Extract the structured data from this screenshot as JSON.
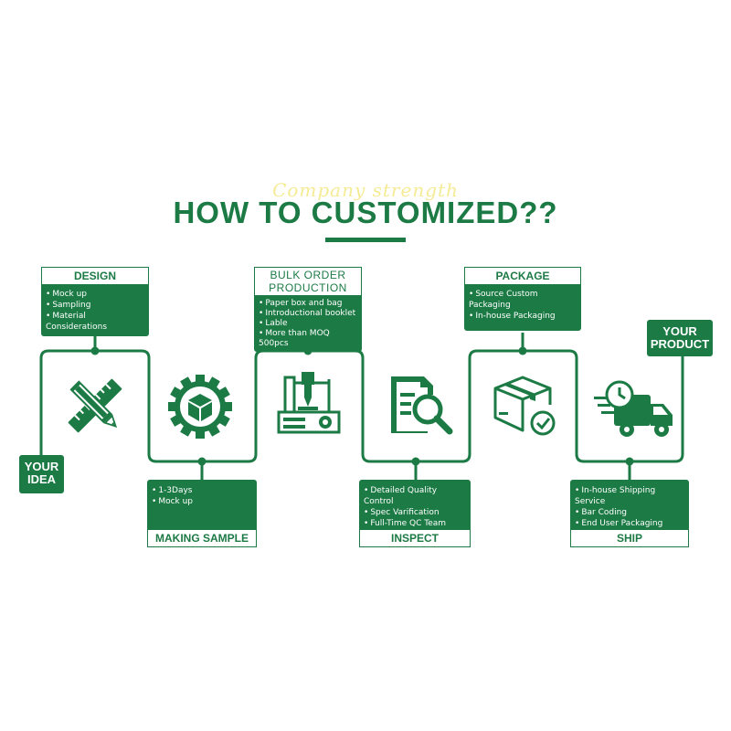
{
  "header": {
    "script_text": "Company strength",
    "title": "HOW TO CUSTOMIZED??"
  },
  "endpoints": {
    "start": "YOUR IDEA",
    "end": "YOUR PRODUCT"
  },
  "steps": {
    "design": {
      "title": "DESIGN",
      "items": [
        "Mock up",
        "Sampling",
        "Material Considerations"
      ]
    },
    "making_sample": {
      "title": "MAKING SAMPLE",
      "items": [
        "1-3Days",
        "Mock up"
      ]
    },
    "bulk_order": {
      "title": "BULK ORDER PRODUCTION",
      "items": [
        "Paper box and bag",
        "Introductional booklet",
        "Lable",
        "More than MOQ 500pcs"
      ]
    },
    "inspect": {
      "title": "INSPECT",
      "items": [
        "Detailed Quality Control",
        "Spec Varification",
        "Full-Time QC Team"
      ]
    },
    "package": {
      "title": "PACKAGE",
      "items": [
        "Source Custom Packaging",
        "In-house Packaging"
      ]
    },
    "ship": {
      "title": "SHIP",
      "items": [
        "In-house Shipping Service",
        "Bar Coding",
        "End User Packaging"
      ]
    }
  },
  "icons": [
    "pencil-ruler-icon",
    "gear-box-icon",
    "machine-icon",
    "magnifier-doc-icon",
    "package-check-icon",
    "delivery-truck-icon"
  ],
  "colors": {
    "brand": "#1c7a45",
    "accent_script": "#f4e98a",
    "background": "#ffffff"
  }
}
